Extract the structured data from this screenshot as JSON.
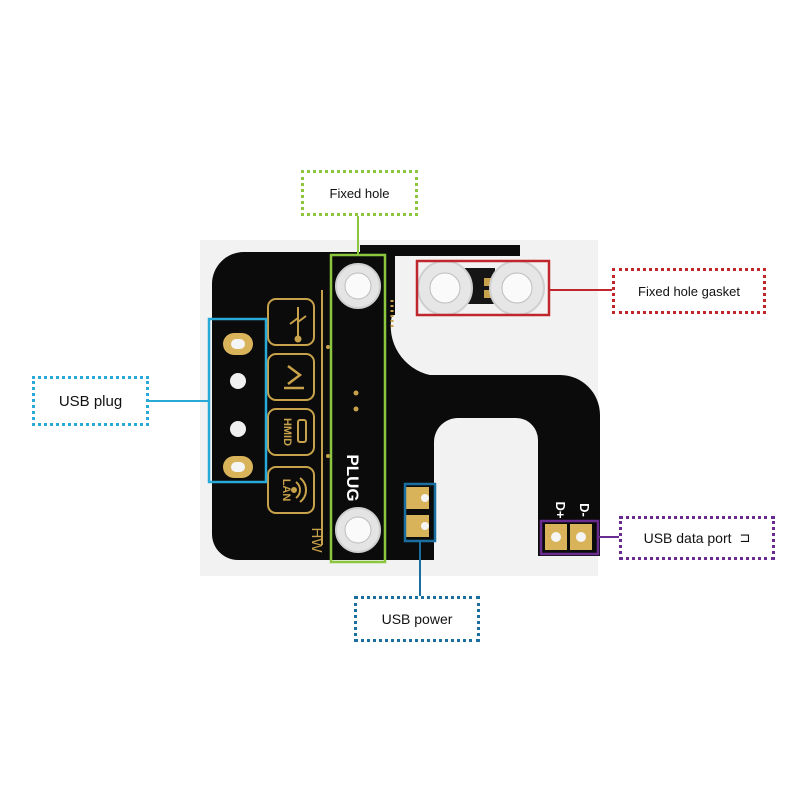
{
  "labels": {
    "fixed_hole": "Fixed hole",
    "fixed_hole_gasket": "Fixed hole gasket",
    "usb_plug": "USB plug",
    "usb_power": "USB power",
    "usb_data_port": "USB data port",
    "usb_data_port_glyph": "⊐"
  },
  "board_text": {
    "hmid": "HMID",
    "lan": "LAN",
    "plug": "PLUG",
    "hw": "HW",
    "d_plus": "D+",
    "d_minus": "D-"
  },
  "colors": {
    "fixed_hole": "#8cc63f",
    "fixed_hole_gasket": "#c0272d",
    "usb_plug": "#29a9d8",
    "usb_power": "#1a6fa0",
    "usb_data_port": "#6a2b91",
    "board": "#0b0b0b",
    "gold": "#c8a24a",
    "pad": "#d9b35a"
  },
  "icons": [
    "usb-icon",
    "display-icon",
    "hdmi-icon",
    "wifi-icon"
  ]
}
